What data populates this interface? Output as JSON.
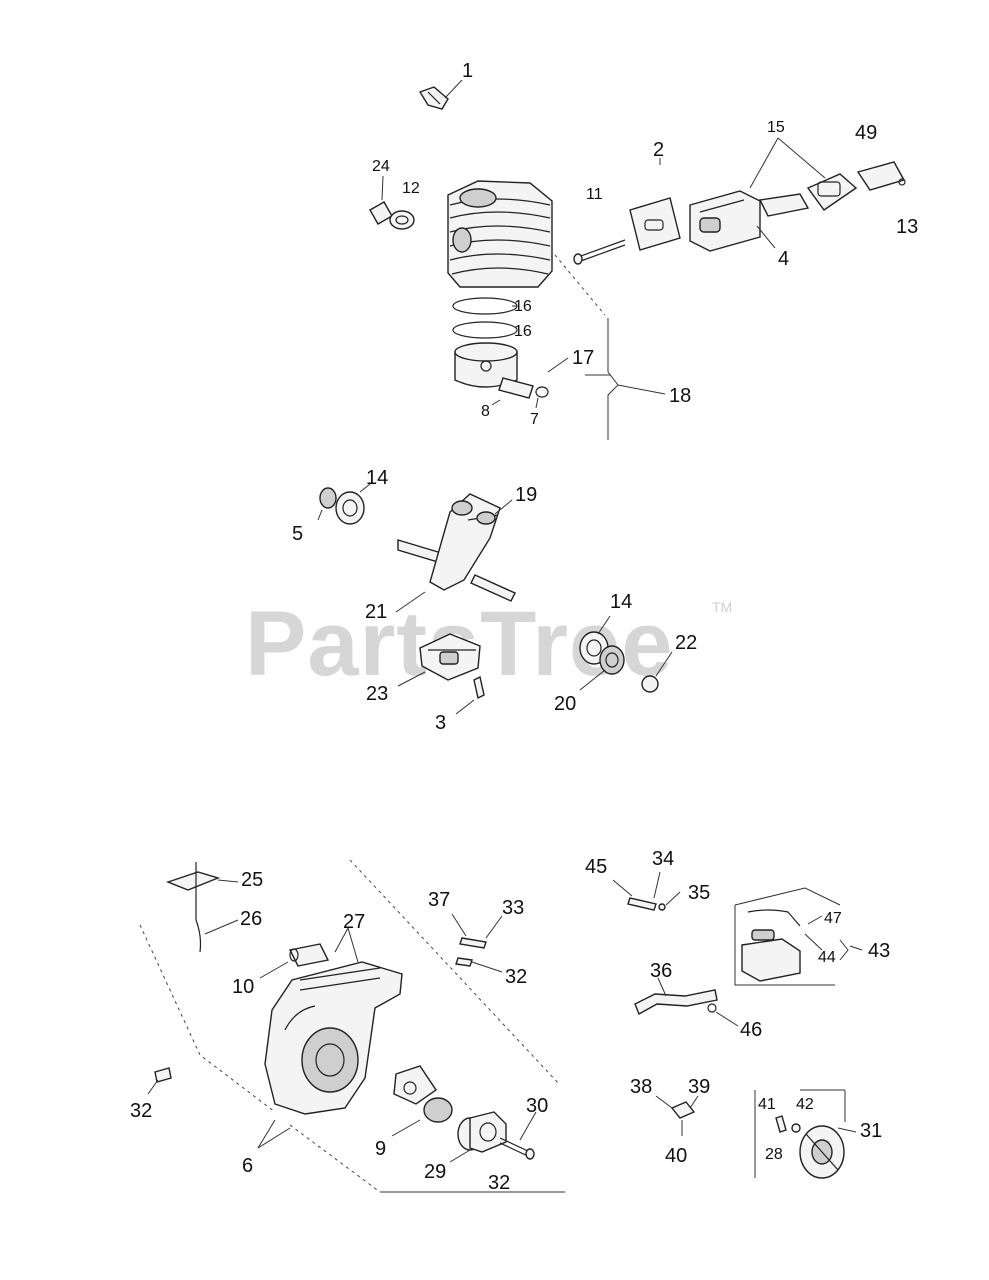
{
  "watermark": {
    "brand": "PartsTree",
    "trademark": "TM"
  },
  "callouts": {
    "c1": "1",
    "c2": "2",
    "c3": "3",
    "c4": "4",
    "c5": "5",
    "c6": "6",
    "c7": "7",
    "c8": "8",
    "c9": "9",
    "c10": "10",
    "c11": "11",
    "c12": "12",
    "c13": "13",
    "c14a": "14",
    "c14b": "14",
    "c15": "15",
    "c16a": "16",
    "c16b": "16",
    "c17": "17",
    "c18": "18",
    "c19": "19",
    "c20": "20",
    "c21": "21",
    "c22": "22",
    "c23": "23",
    "c24": "24",
    "c25": "25",
    "c26": "26",
    "c27": "27",
    "c28": "28",
    "c29": "29",
    "c30": "30",
    "c31": "31",
    "c32a": "32",
    "c32b": "32",
    "c32c": "32",
    "c33": "33",
    "c34": "34",
    "c35": "35",
    "c36": "36",
    "c37": "37",
    "c38": "38",
    "c39": "39",
    "c40": "40",
    "c41": "41",
    "c42": "42",
    "c43": "43",
    "c44": "44",
    "c45": "45",
    "c46": "46",
    "c47": "47",
    "c49": "49"
  }
}
